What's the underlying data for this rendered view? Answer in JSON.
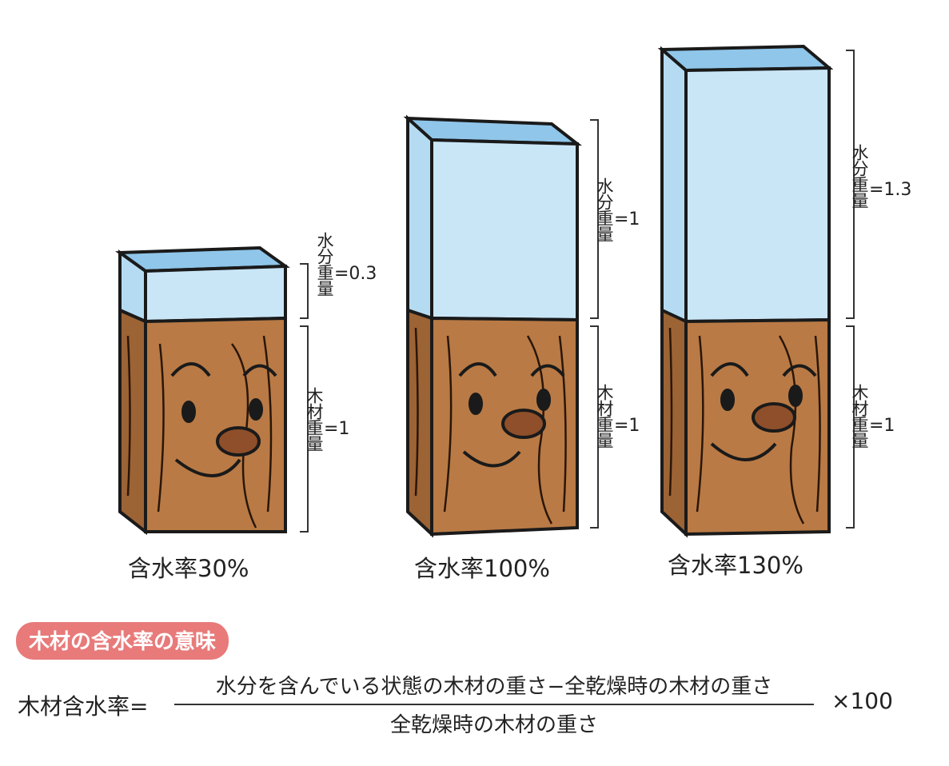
{
  "blocks": [
    {
      "water_label": "水分重量",
      "water_value": "=0.3",
      "wood_label": "木材重量",
      "wood_value": "=1",
      "caption": "含水率30%"
    },
    {
      "water_label": "水分重量",
      "water_value": "=1",
      "wood_label": "木材重量",
      "wood_value": "=1",
      "caption": "含水率100%"
    },
    {
      "water_label": "水分重量",
      "water_value": "=1.3",
      "wood_label": "木材重量",
      "wood_value": "=1",
      "caption": "含水率130%"
    }
  ],
  "section": {
    "badge": "木材の含水率の意味"
  },
  "formula": {
    "lhs": "木材含水率=",
    "numerator": "水分を含んでいる状態の木材の重さ−全乾燥時の木材の重さ",
    "denominator": "全乾燥時の木材の重さ",
    "multiplier": "×100"
  },
  "colors": {
    "water": "#c9e6f7",
    "water_top": "#8fc6ea",
    "wood": "#b97a45",
    "wood_side": "#9c6335",
    "outline": "#1a1a1a",
    "badge": "#e87a7a"
  }
}
